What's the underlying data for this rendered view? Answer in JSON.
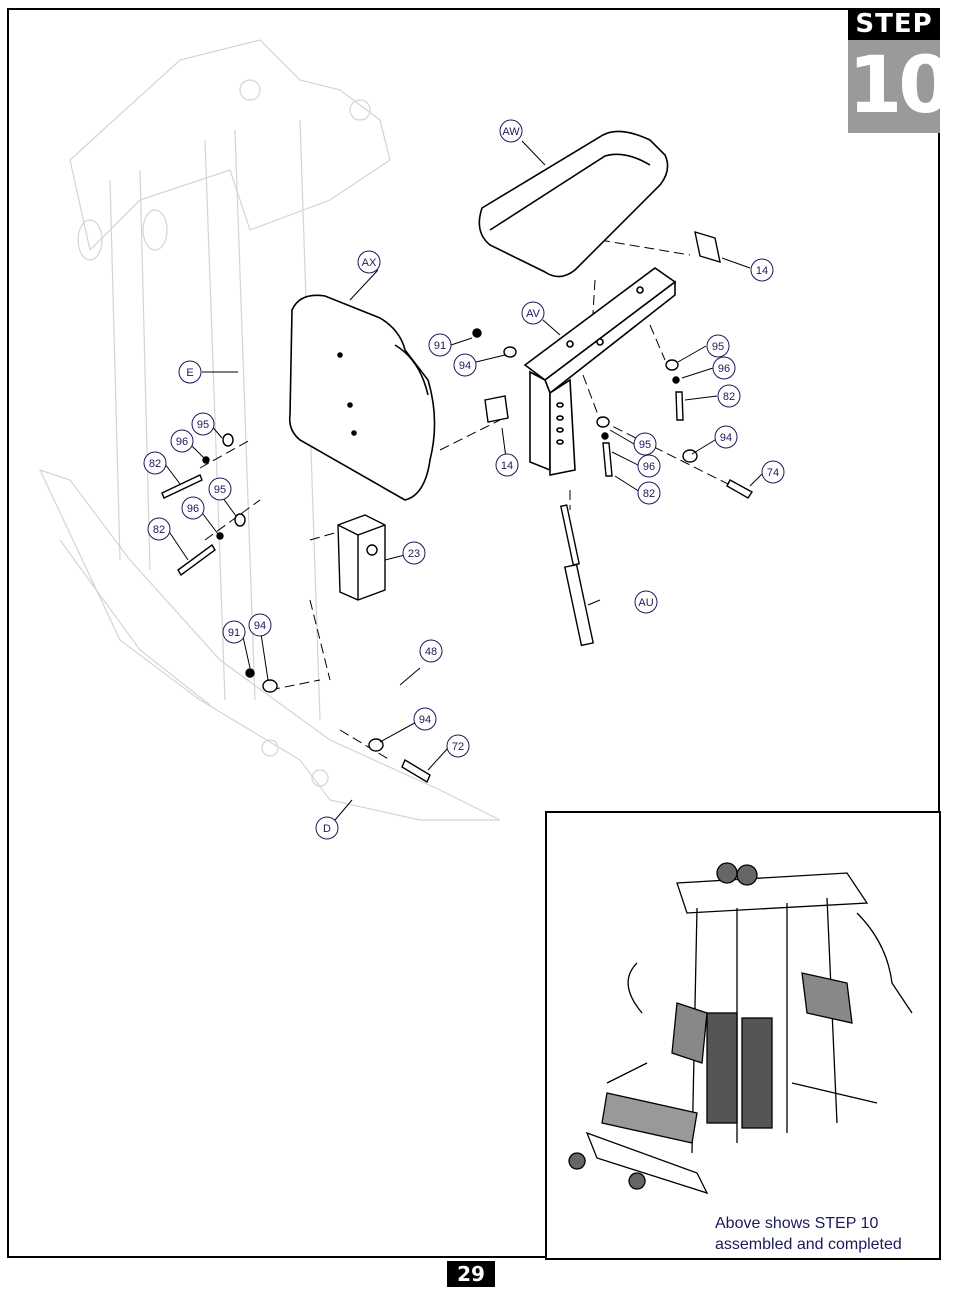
{
  "step": {
    "label": "STEP",
    "number": "10"
  },
  "callouts": {
    "aw": "AW",
    "ax": "AX",
    "av": "AV",
    "au": "AU",
    "e": "E",
    "d": "D",
    "c14a": "14",
    "c14b": "14",
    "c23": "23",
    "c48": "48",
    "c91a": "91",
    "c91b": "91",
    "c94a": "94",
    "c94b": "94",
    "c94c": "94",
    "c94d": "94",
    "c95a": "95",
    "c95b": "95",
    "c95c": "95",
    "c95d": "95",
    "c96a": "96",
    "c96b": "96",
    "c96c": "96",
    "c96d": "96",
    "c82a": "82",
    "c82b": "82",
    "c82c": "82",
    "c82d": "82",
    "c72": "72",
    "c74": "74"
  },
  "inset": {
    "caption_line1": "Above shows STEP 10",
    "caption_line2": "assembled and completed"
  },
  "page_number": "29"
}
